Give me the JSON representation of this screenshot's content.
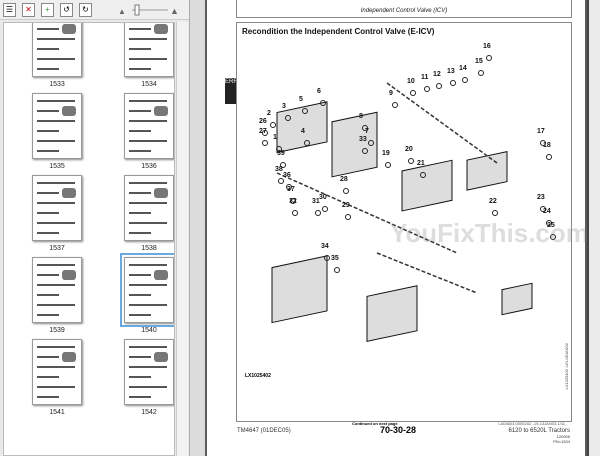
{
  "toolbar": {
    "icons": [
      "options-menu-icon",
      "delete-page-icon",
      "insert-page-icon",
      "rotate-left-icon",
      "rotate-right-icon",
      "zoom-out-icon",
      "zoom-in-icon"
    ]
  },
  "thumbnails": [
    {
      "label": "1533"
    },
    {
      "label": "1534"
    },
    {
      "label": "1535"
    },
    {
      "label": "1536"
    },
    {
      "label": "1537"
    },
    {
      "label": "1538"
    },
    {
      "label": "1539"
    },
    {
      "label": "1540",
      "selected": true
    },
    {
      "label": "1541"
    },
    {
      "label": "1542"
    }
  ],
  "page": {
    "header": "Independent Control Valve (ICV)",
    "section_tab": "ERR",
    "title": "Recondition the Independent Control Valve (E-ICV)",
    "callouts": [
      "16",
      "15",
      "14",
      "13",
      "12",
      "11",
      "10",
      "9",
      "8",
      "7",
      "6",
      "5",
      "4",
      "3",
      "2",
      "1",
      "26",
      "27",
      "39",
      "38",
      "36",
      "37",
      "32",
      "31",
      "30",
      "29",
      "28",
      "33",
      "19",
      "20",
      "21",
      "22",
      "23",
      "24",
      "25",
      "17",
      "18",
      "34",
      "35"
    ],
    "figure_id": "LX1025402",
    "side_code": "LX1025402 -UN-05JAN02",
    "continued": "Continued on next page",
    "ref_code": "LA04603,00002A2 -19-13JAN03-1/11",
    "footer_left": "TM4647 (01DEC05)",
    "footer_center": "70-30-28",
    "footer_right": "6120 to 6520L Tractors",
    "footer_small": "120905",
    "footer_pn": "PN=1534",
    "watermark": "YouFixThis.com"
  }
}
